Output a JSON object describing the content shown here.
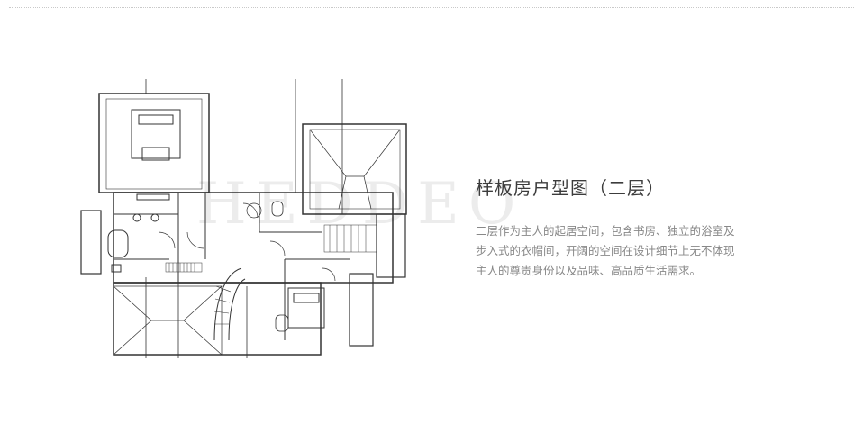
{
  "section": {
    "title": "样板房户型图（二层）",
    "description_lines": [
      "二层作为主人的起居空间，包含书房、独立的浴室及",
      "步入式的衣帽间，开阔的空间在设计细节上无不体现",
      "主人的尊贵身份以及品味、高品质生活需求。"
    ]
  },
  "watermark": {
    "text": "HEDDEO"
  },
  "colors": {
    "title": "#3c3c3c",
    "body_text": "#888888",
    "line_art": "#333333"
  }
}
